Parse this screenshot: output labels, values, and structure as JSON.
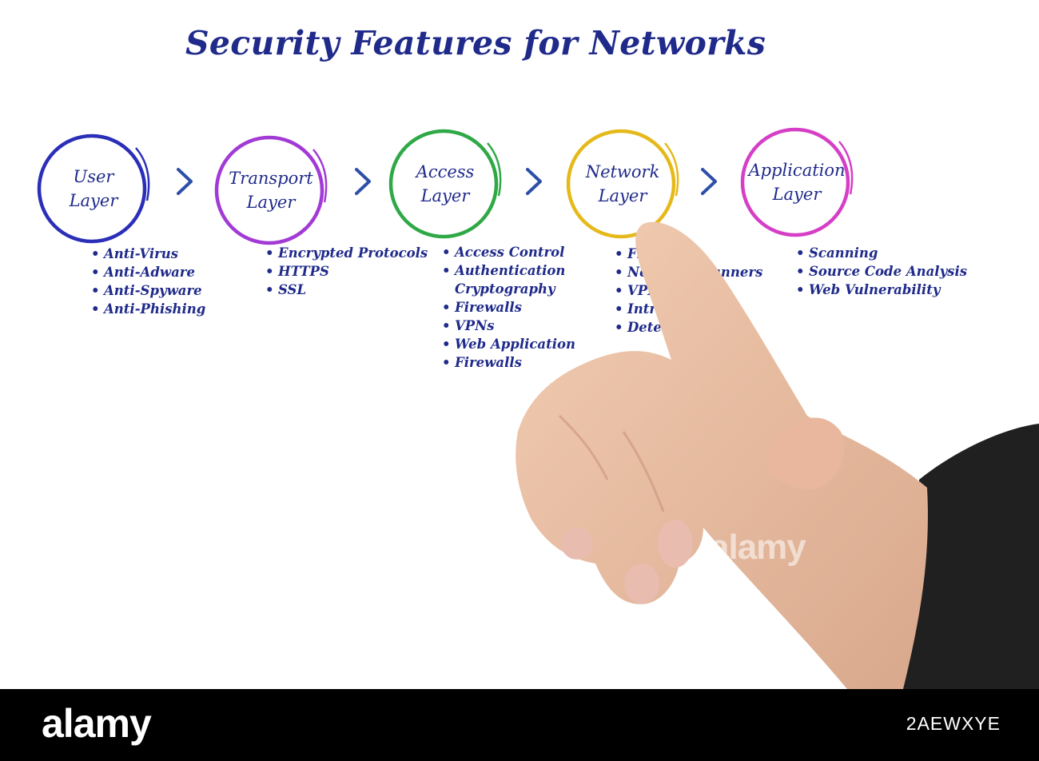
{
  "title": "Security Features for Networks",
  "layers": [
    {
      "line1": "User",
      "line2": "Layer",
      "color": "#2b2fb8",
      "items": [
        "Anti-Virus",
        "Anti-Adware",
        "Anti-Spyware",
        "Anti-Phishing"
      ]
    },
    {
      "line1": "Transport",
      "line2": "Layer",
      "color": "#a23ad6",
      "items": [
        "Encrypted Protocols",
        "HTTPS",
        "SSL"
      ]
    },
    {
      "line1": "Access",
      "line2": "Layer",
      "color": "#2fa846",
      "items": [
        "Access Control",
        "Authentication",
        "Cryptography",
        "Firewalls",
        "VPNs",
        "Web Application",
        "Firewalls"
      ]
    },
    {
      "line1": "Network",
      "line2": "Layer",
      "color": "#e6b91a",
      "items": [
        "Firewalls",
        "Network Scanners",
        "VPNs",
        "Intrusion",
        "Detection"
      ]
    },
    {
      "line1": "Application",
      "line2": "Layer",
      "color": "#d53fc6",
      "items": [
        "Scanning",
        "Source Code Analysis",
        "Web Vulnerability"
      ]
    }
  ],
  "arrow_color": "#2d4fa8",
  "watermark": "alamy",
  "footer": {
    "logo": "alamy",
    "image_id": "2AEWXYE"
  }
}
